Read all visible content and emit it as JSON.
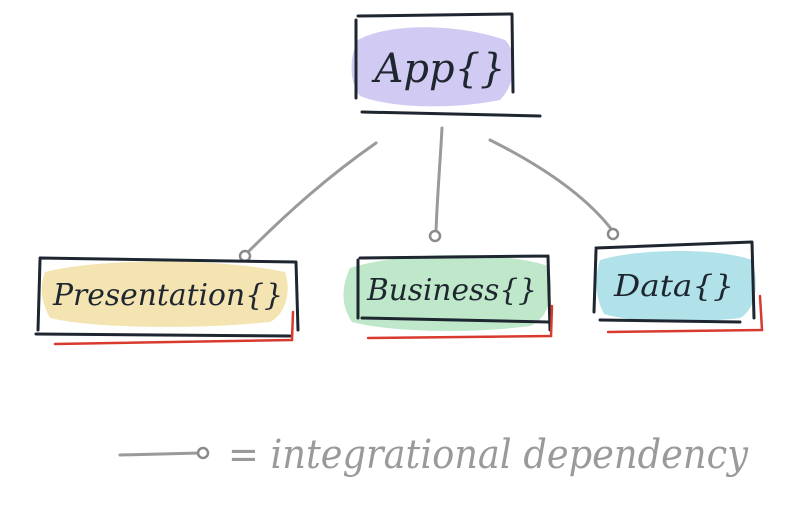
{
  "nodes": [
    {
      "id": "app",
      "label": "App{}",
      "fill": "#c9c1f0"
    },
    {
      "id": "presentation",
      "label": "Presentation{}",
      "fill": "#f2dfa3"
    },
    {
      "id": "business",
      "label": "Business{}",
      "fill": "#b7e6c3"
    },
    {
      "id": "data",
      "label": "Data{}",
      "fill": "#a8dfe8"
    }
  ],
  "edges": [
    {
      "from": "app",
      "to": "presentation"
    },
    {
      "from": "app",
      "to": "business"
    },
    {
      "from": "app",
      "to": "data"
    }
  ],
  "legend": {
    "label": "= integrational dependency"
  },
  "colors": {
    "ink": "#1e2630",
    "connector": "#9a9a9a",
    "underline_accent": "#d93a2e",
    "legend_text": "#9a9a9a"
  }
}
